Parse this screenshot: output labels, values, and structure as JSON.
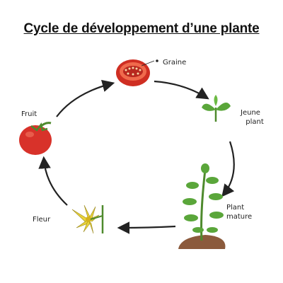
{
  "title": "Cycle de développement d’une plante",
  "stages": {
    "graine": "Graine",
    "jeune_plant": [
      "Jeune",
      "plant"
    ],
    "plant_mature": [
      "Plant",
      "mature"
    ],
    "fleur": "Fleur",
    "fruit": "Fruit"
  },
  "colors": {
    "tomato": "#d8322a",
    "leaf": "#5aa63a",
    "soil": "#8b5a3c",
    "flower": "#e8d23a",
    "arrow": "#222222"
  }
}
